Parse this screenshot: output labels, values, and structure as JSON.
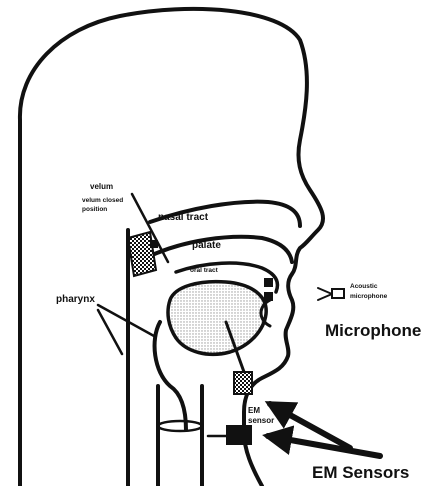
{
  "labels": {
    "velum": "velum",
    "velum_closed_line1": "velum closed",
    "velum_closed_line2": "position",
    "nasal_tract": "nasal tract",
    "palate": "palate",
    "oral_tract": "oral tract",
    "pharynx": "pharynx",
    "acoustic_line1": "Acoustic",
    "acoustic_line2": "microphone",
    "microphone": "Microphone",
    "em_sensor_line1": "EM",
    "em_sensor_line2": "sensor",
    "em_sensors": "EM Sensors"
  },
  "colors": {
    "ink": "#111111",
    "shading": "#bdbdbd",
    "background": "#ffffff"
  }
}
